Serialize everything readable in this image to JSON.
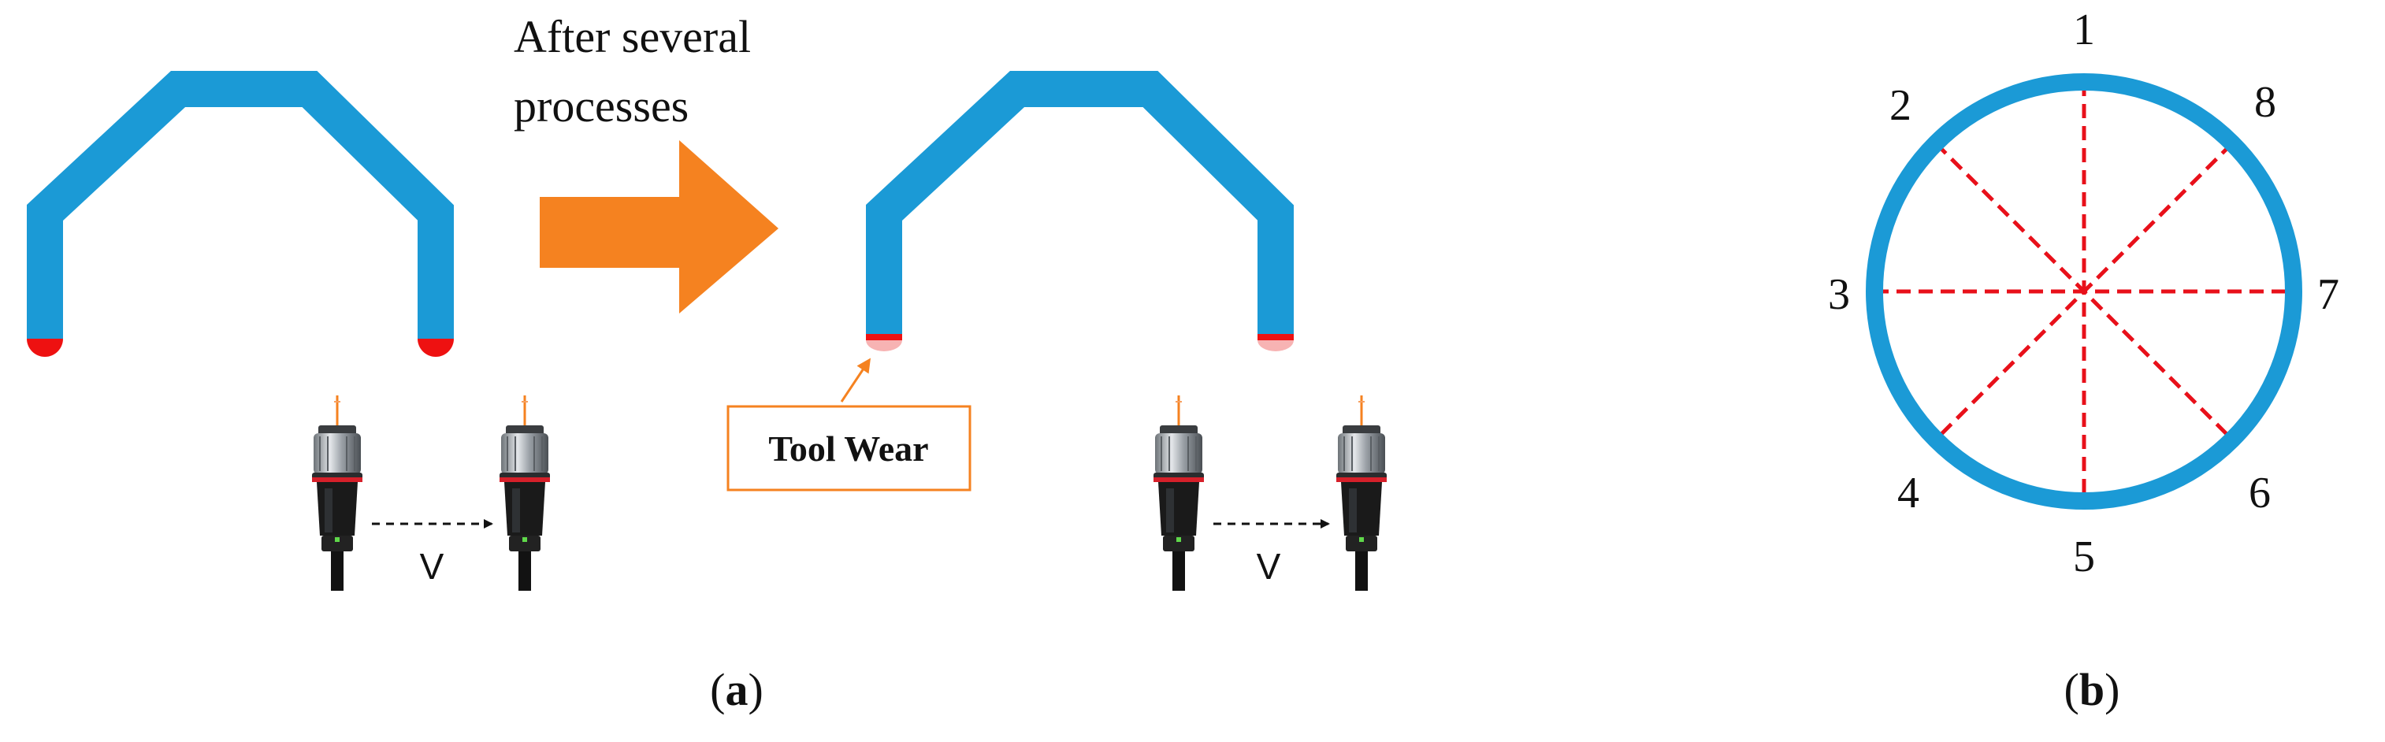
{
  "colors": {
    "tool_blue": "#1B9AD6",
    "tool_tip_red": "#EE1111",
    "worn_tip": "#F7B3B3",
    "arrow_orange": "#F58220",
    "dashed_red": "#E8101A",
    "sensor_body": "#1A1A1A",
    "sensor_ring": "#D6202A",
    "sensor_metal": "#B8BDC2",
    "sensor_led": "#5FD84A"
  },
  "panel_a": {
    "process_label_line1": "After several",
    "process_label_line2": "processes",
    "tool_wear_label": "Tool Wear",
    "velocity_label": "V",
    "caption_open": "(",
    "caption_letter": "a",
    "caption_close": ")"
  },
  "panel_b": {
    "point_labels": [
      "1",
      "2",
      "3",
      "4",
      "5",
      "6",
      "7",
      "8"
    ],
    "caption_open": "(",
    "caption_letter": "b",
    "caption_close": ")"
  },
  "icons": {
    "process_arrow": "arrow-right-icon",
    "sensor": "laser-sensor-icon",
    "move_arrow": "dashed-arrow-right-icon"
  }
}
